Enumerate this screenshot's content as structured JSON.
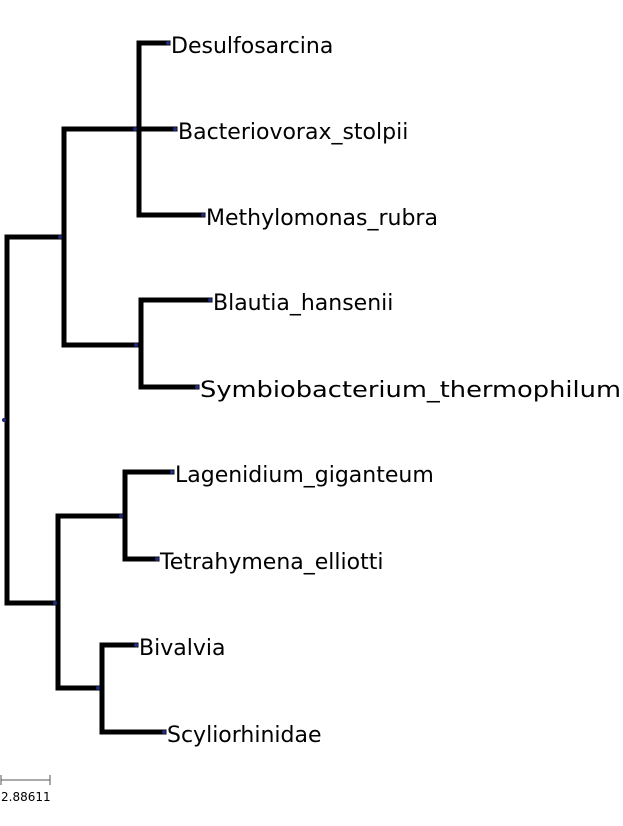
{
  "tree": {
    "leaves": [
      {
        "id": "desulfosarcina",
        "label": "Desulfosarcina"
      },
      {
        "id": "bacteriovorax",
        "label": "Bacteriovorax_stolpii"
      },
      {
        "id": "methylomonas",
        "label": "Methylomonas_rubra"
      },
      {
        "id": "blautia",
        "label": "Blautia_hansenii"
      },
      {
        "id": "symbiobacterium",
        "label": "Symbiobacterium_thermophilum"
      },
      {
        "id": "lagenidium",
        "label": "Lagenidium_giganteum"
      },
      {
        "id": "tetrahymena",
        "label": "Tetrahymena_elliotti"
      },
      {
        "id": "bivalvia",
        "label": "Bivalvia"
      },
      {
        "id": "scyliorhinidae",
        "label": "Scyliorhinidae"
      }
    ],
    "scale_bar": {
      "label": "2.88611"
    },
    "colors": {
      "branch": "#000000",
      "node": "#1f2a7a"
    }
  }
}
